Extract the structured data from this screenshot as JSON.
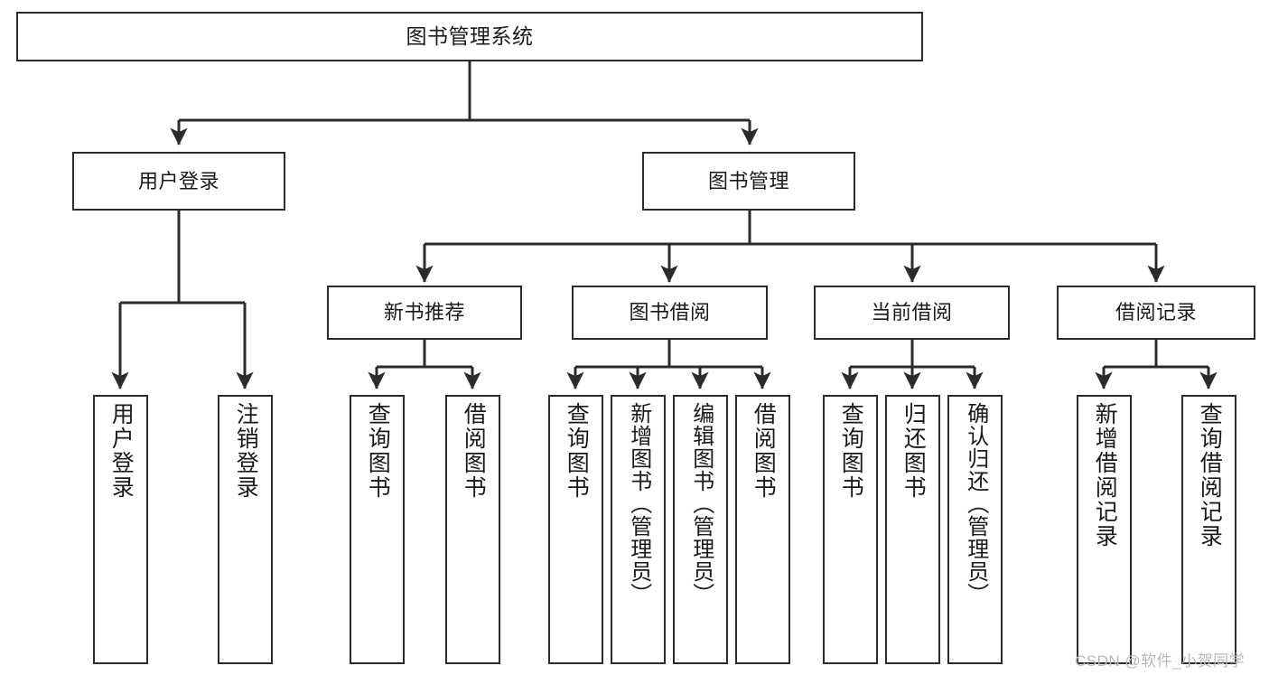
{
  "diagram": {
    "title": "图书管理系统",
    "type": "tree-hierarchy-chart",
    "watermark": "CSDN @软件_小贺同学",
    "colors": {
      "stroke": "#2b2b2b",
      "fill": "#ffffff",
      "text": "#1a1a1a",
      "watermark": "#b9b9b9"
    },
    "nodes": {
      "root": {
        "label": "图书管理系统"
      },
      "level2": [
        {
          "id": "user-login",
          "label": "用户登录"
        },
        {
          "id": "book-manage",
          "label": "图书管理"
        }
      ],
      "level3": [
        {
          "id": "new-book-recommend",
          "label": "新书推荐"
        },
        {
          "id": "book-borrow",
          "label": "图书借阅"
        },
        {
          "id": "current-borrow",
          "label": "当前借阅"
        },
        {
          "id": "borrow-record",
          "label": "借阅记录"
        }
      ],
      "leaves": {
        "user-login": [
          {
            "id": "leaf-user-login",
            "label": "用户登录"
          },
          {
            "id": "leaf-user-logout",
            "label": "注销登录"
          }
        ],
        "new-book-recommend": [
          {
            "id": "leaf-query-book-1",
            "label": "查询图书"
          },
          {
            "id": "leaf-borrow-book-1",
            "label": "借阅图书"
          }
        ],
        "book-borrow": [
          {
            "id": "leaf-query-book-2",
            "label": "查询图书"
          },
          {
            "id": "leaf-add-book",
            "label": "新增图书（管理员）"
          },
          {
            "id": "leaf-edit-book",
            "label": "编辑图书（管理员）"
          },
          {
            "id": "leaf-borrow-book-2",
            "label": "借阅图书"
          }
        ],
        "current-borrow": [
          {
            "id": "leaf-query-book-3",
            "label": "查询图书"
          },
          {
            "id": "leaf-return-book",
            "label": "归还图书"
          },
          {
            "id": "leaf-confirm-return",
            "label": "确认归还（管理员）"
          }
        ],
        "borrow-record": [
          {
            "id": "leaf-add-record",
            "label": "新增借阅记录"
          },
          {
            "id": "leaf-query-record",
            "label": "查询借阅记录"
          }
        ]
      }
    }
  }
}
